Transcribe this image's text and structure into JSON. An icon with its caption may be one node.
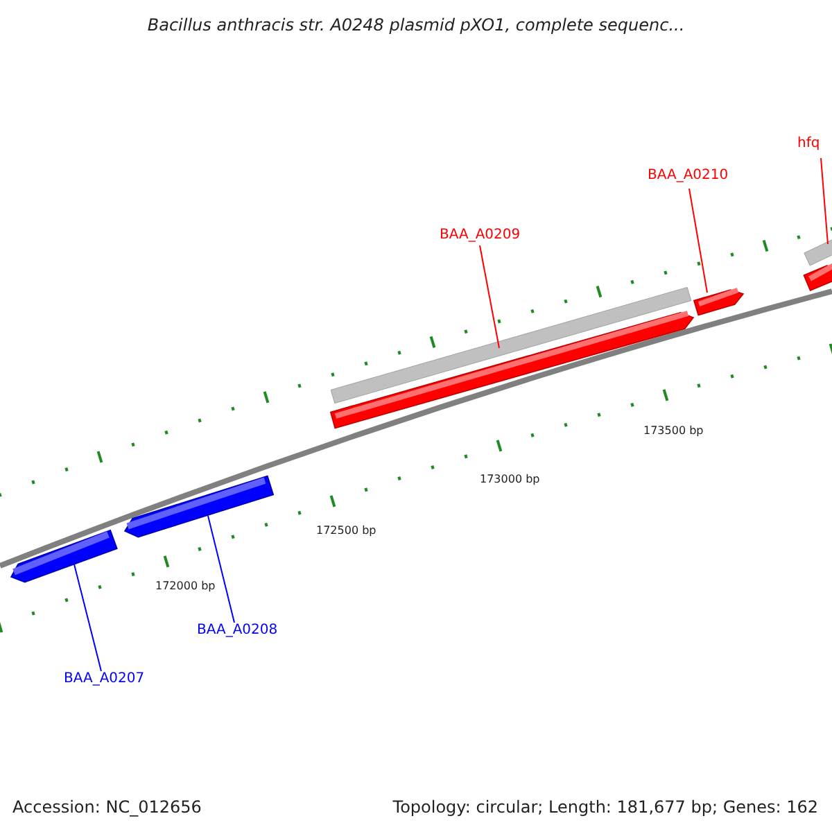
{
  "diagram": {
    "title": "Bacillus anthracis str. A0248 plasmid pXO1, complete sequenc...",
    "nodes": [
      {
        "text": [
          "hfq"
        ]
      },
      {
        "text": [
          "BAA_A0210"
        ]
      },
      {
        "text": [
          "BAA_A0209"
        ]
      },
      {
        "text": [
          "BAA_A0208"
        ]
      },
      {
        "text": [
          "BAA_A0207"
        ]
      },
      {
        "text": [],
        "shape": "bar"
      },
      {
        "text": [],
        "shape": "bar"
      },
      {
        "text": [],
        "shape": "bar"
      },
      {
        "text": [],
        "shape": "bar"
      },
      {
        "text": [],
        "shape": "bar"
      }
    ],
    "edges": [
      {
        "from": 0,
        "to": 5,
        "arrow": "none",
        "color": "#ff0000"
      },
      {
        "from": 1,
        "to": 6,
        "arrow": "none",
        "color": "#ff0000"
      },
      {
        "from": 2,
        "to": 7,
        "arrow": "none",
        "color": "#ff0000"
      },
      {
        "from": 3,
        "to": 8,
        "arrow": "none",
        "color": "#0000ff"
      },
      {
        "from": 4,
        "to": 9,
        "arrow": "none",
        "color": "#0000ff"
      }
    ],
    "labels": [
      "173500 bp",
      "173000 bp",
      "172500 bp",
      "172000 bp",
      "Accession: NC_012656",
      "Topology: circular; Length: 181,677 bp; Genes: 162"
    ]
  }
}
